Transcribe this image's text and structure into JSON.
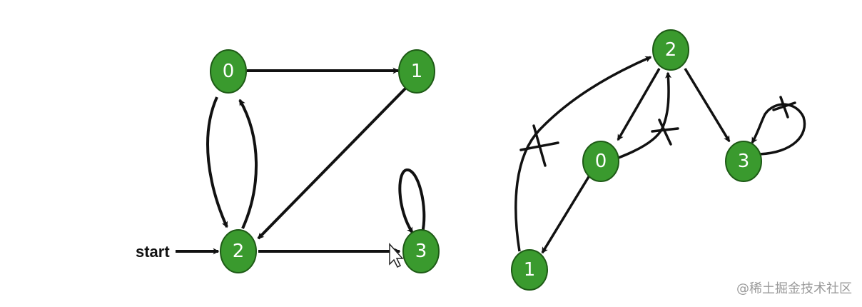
{
  "colors": {
    "node_fill": "#3a9a2e",
    "node_stroke": "#1e5a16",
    "edge": "#111111",
    "label": "#ffffff",
    "watermark": "#9a9a9a"
  },
  "graph_left": {
    "start_label": "start",
    "nodes": [
      {
        "id": "0",
        "label": "0"
      },
      {
        "id": "1",
        "label": "1"
      },
      {
        "id": "2",
        "label": "2"
      },
      {
        "id": "3",
        "label": "3"
      }
    ],
    "edges": [
      {
        "from": "0",
        "to": "1"
      },
      {
        "from": "1",
        "to": "2"
      },
      {
        "from": "0",
        "to": "2"
      },
      {
        "from": "2",
        "to": "0"
      },
      {
        "from": "2",
        "to": "3"
      },
      {
        "from": "3",
        "to": "3"
      }
    ]
  },
  "graph_right": {
    "nodes": [
      {
        "id": "2",
        "label": "2"
      },
      {
        "id": "0",
        "label": "0"
      },
      {
        "id": "3",
        "label": "3"
      },
      {
        "id": "1",
        "label": "1"
      }
    ],
    "edges": [
      {
        "from": "1",
        "to": "2",
        "crossed": true
      },
      {
        "from": "2",
        "to": "0",
        "crossed": false
      },
      {
        "from": "0",
        "to": "2",
        "crossed": true
      },
      {
        "from": "2",
        "to": "3",
        "crossed": false
      },
      {
        "from": "3",
        "to": "3",
        "crossed": true
      },
      {
        "from": "0",
        "to": "1",
        "crossed": false
      }
    ]
  },
  "watermark": "@稀土掘金技术社区"
}
